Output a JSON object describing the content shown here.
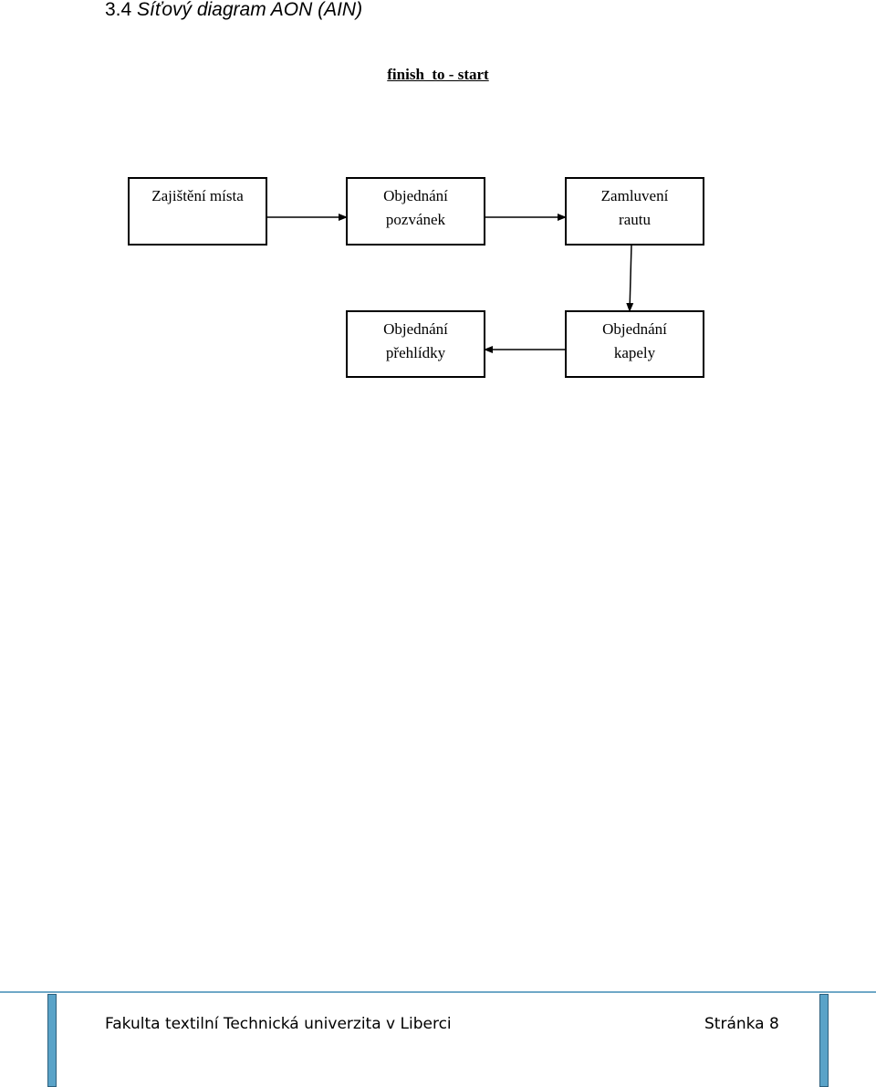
{
  "heading": {
    "number": "3.4",
    "text": "Síťový diagram AON (AIN)"
  },
  "diagram": {
    "subtitle": "finish  to - start",
    "nodes": [
      {
        "id": "n1",
        "lines": [
          "Zajištění místa"
        ]
      },
      {
        "id": "n2",
        "lines": [
          "Objednání",
          "pozvánek"
        ]
      },
      {
        "id": "n3",
        "lines": [
          "Zamluvení",
          "rautu"
        ]
      },
      {
        "id": "n4",
        "lines": [
          "Objednání",
          "kapely"
        ]
      },
      {
        "id": "n5",
        "lines": [
          "Objednání",
          "přehlídky"
        ]
      }
    ],
    "edges": [
      {
        "from": "n1",
        "to": "n2"
      },
      {
        "from": "n2",
        "to": "n3"
      },
      {
        "from": "n3",
        "to": "n4"
      },
      {
        "from": "n4",
        "to": "n5"
      }
    ]
  },
  "footer": {
    "left_text": "Fakulta textilní Technická univerzita v Liberci",
    "right_text": "Stránka 8"
  }
}
